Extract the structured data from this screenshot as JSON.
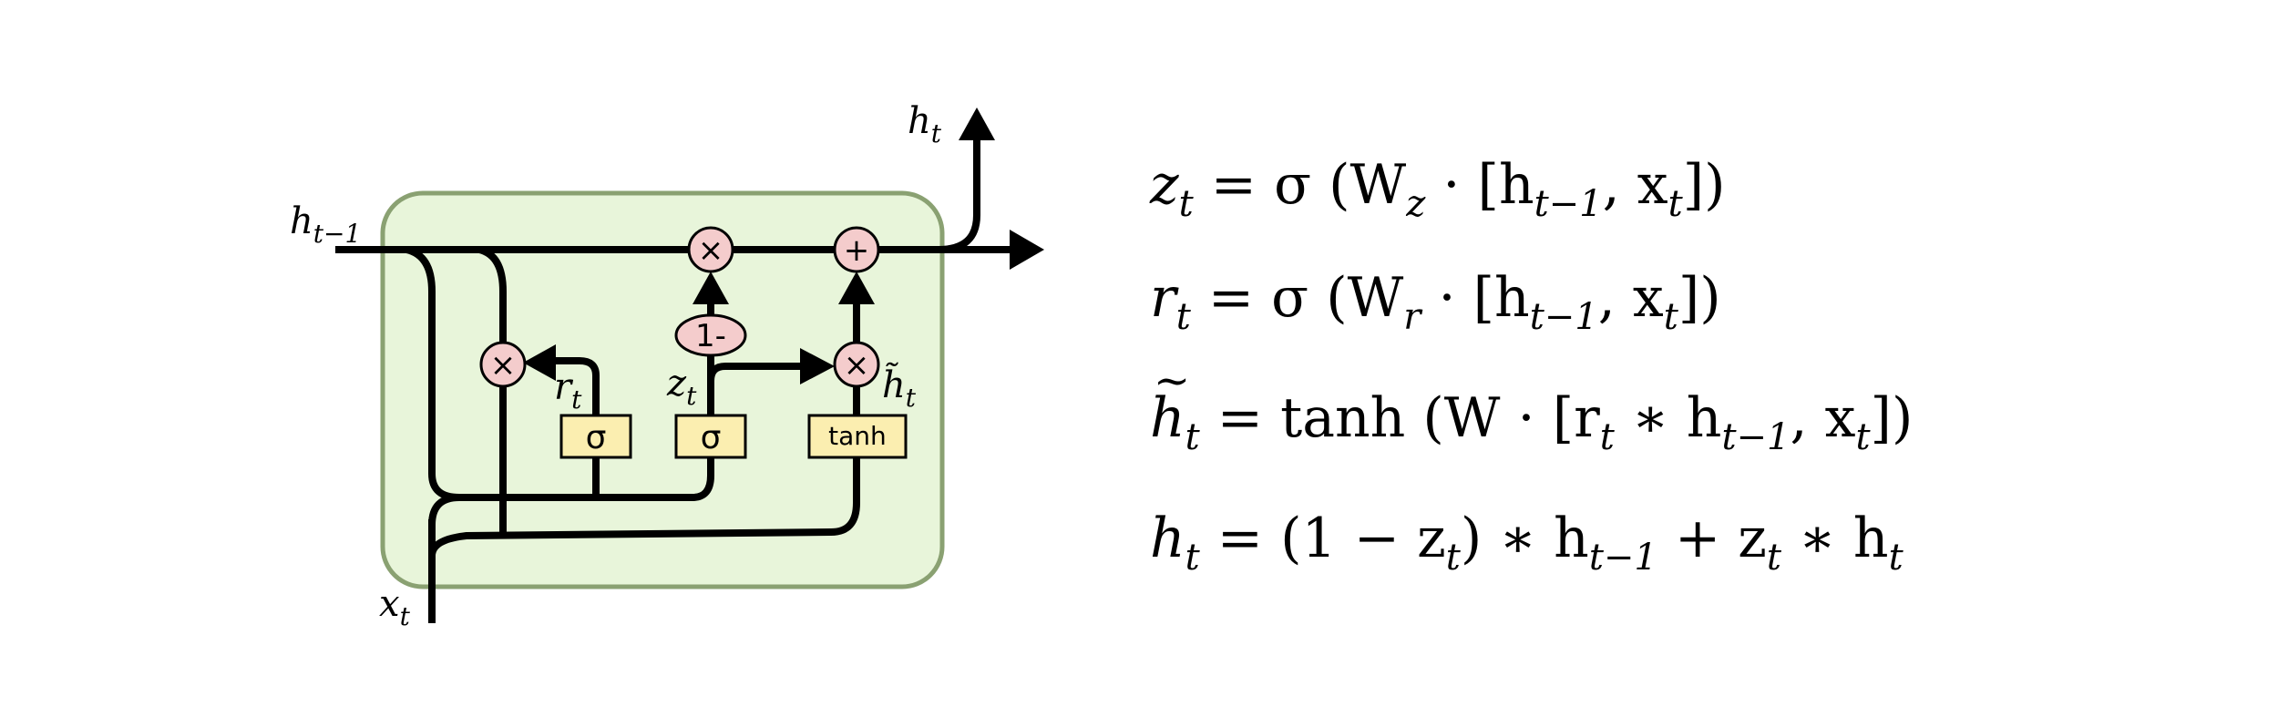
{
  "colors": {
    "cell_fill": "#e8f5da",
    "cell_stroke": "#8aa172",
    "op_fill": "#f4cccc",
    "gate_fill": "#fbeeb0",
    "wire": "#000000"
  },
  "diagram": {
    "labels": {
      "h_prev": {
        "base": "h",
        "sub": "t−1"
      },
      "h_out": {
        "base": "h",
        "sub": "t"
      },
      "x_in": {
        "base": "x",
        "sub": "t"
      },
      "r": {
        "base": "r",
        "sub": "t"
      },
      "z": {
        "base": "z",
        "sub": "t"
      },
      "h_cand": {
        "base": "h̃",
        "sub": "t"
      }
    },
    "ops": {
      "mult_top": "×",
      "add_top": "+",
      "mult_reset": "×",
      "mult_cand": "×",
      "one_minus": "1-"
    },
    "gates": {
      "reset": "σ",
      "update": "σ",
      "candidate": "tanh"
    }
  },
  "equations": [
    {
      "lhs": "z",
      "lhs_sub": "t",
      "rhs": " = σ (W",
      "w_sub": "z",
      "rest_a": " · [h",
      "h_sub": "t−1",
      "rest_b": ", x",
      "x_sub": "t",
      "rest_c": "])"
    },
    {
      "lhs": "r",
      "lhs_sub": "t",
      "rhs": " = σ (W",
      "w_sub": "r",
      "rest_a": " · [h",
      "h_sub": "t−1",
      "rest_b": ", x",
      "x_sub": "t",
      "rest_c": "])"
    },
    {
      "lhs": "h",
      "lhs_sub": "t",
      "rhs": " = tanh (W · [r",
      "w_sub": "t",
      "rest_a": " ∗ h",
      "h_sub": "t−1",
      "rest_b": ", x",
      "x_sub": "t",
      "rest_c": "])"
    },
    {
      "lhs": "h",
      "lhs_sub": "t",
      "rhs": " = (1 − z",
      "w_sub": "t",
      "rest_a": ") ∗ h",
      "h_sub": "t−1",
      "rest_b": " + z",
      "x_sub": "t",
      "rest_c": " ∗ h",
      "tail_sub": "t"
    }
  ]
}
